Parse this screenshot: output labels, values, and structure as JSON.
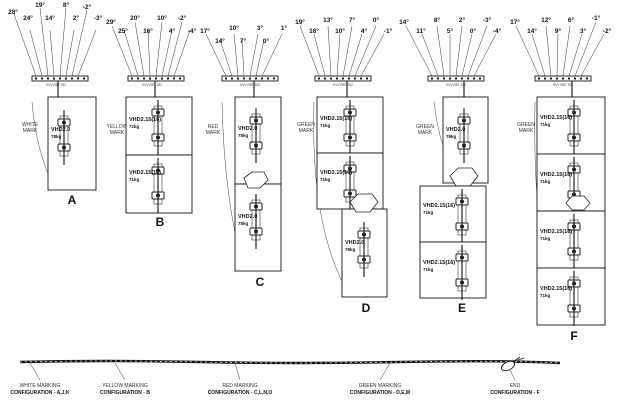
{
  "configs": [
    {
      "letter": "A",
      "mark": [
        "WHITE",
        "MARK"
      ],
      "bar_label": "KVV RBT 252",
      "angles_top": [
        "19°",
        "8°",
        "-2°"
      ],
      "angles_mid": [
        "28°",
        "24°",
        "14°",
        "2°",
        "-3°"
      ],
      "modules": [
        {
          "name": "VHD2.0",
          "weight": "78kg"
        }
      ]
    },
    {
      "letter": "B",
      "mark": [
        "YELLOW",
        "MARK"
      ],
      "bar_label": "KVV RBT 252",
      "angles_top": [
        "29°",
        "20°",
        "10°",
        "-2°"
      ],
      "angles_mid": [
        "25°",
        "16°",
        "4°",
        "-4°"
      ],
      "modules": [
        {
          "name": "VHD2.15(16)",
          "weight": "71kg"
        },
        {
          "name": "VHD2.15(16)",
          "weight": "71kg"
        }
      ]
    },
    {
      "letter": "C",
      "mark": [
        "RED",
        "MARK"
      ],
      "bar_label": "KVV RBT 252",
      "angles_top": [
        "17°",
        "10°",
        "3°",
        "1°"
      ],
      "angles_mid": [
        "14°",
        "7°",
        "0°"
      ],
      "modules": [
        {
          "name": "VHD2.0",
          "weight": "78kg"
        },
        {
          "name": "VHD2.0",
          "weight": "78kg"
        }
      ]
    },
    {
      "letter": "D",
      "mark": [
        "GREEN",
        "MARK"
      ],
      "bar_label": "KVV RBT 252",
      "angles_top": [
        "19°",
        "13°",
        "7°",
        "0°"
      ],
      "angles_mid": [
        "16°",
        "10°",
        "4°",
        "-1°"
      ],
      "modules": [
        {
          "name": "VHD2.15(16)",
          "weight": "71kg"
        },
        {
          "name": "VHD2.15(16)",
          "weight": "71kg"
        },
        {
          "name": "VHD2.0",
          "weight": "78kg"
        }
      ]
    },
    {
      "letter": "E",
      "mark": [
        "GREEN",
        "MARK"
      ],
      "bar_label": "KVV RBT 252",
      "angles_top": [
        "14°",
        "8°",
        "2°",
        "-3°"
      ],
      "angles_mid": [
        "11°",
        "5°",
        "0°",
        "-4°"
      ],
      "modules": [
        {
          "name": "VHD2.0",
          "weight": "78kg"
        },
        {
          "name": "VHD2.15(16)",
          "weight": "71kg"
        },
        {
          "name": "VHD2.15(16)",
          "weight": "71kg"
        }
      ]
    },
    {
      "letter": "F",
      "mark": [
        "GREEN",
        "MARK"
      ],
      "bar_label": "KVV RBT 252",
      "angles_top": [
        "17°",
        "12°",
        "6°",
        "-1°"
      ],
      "angles_mid": [
        "14°",
        "9°",
        "3°",
        "-2°"
      ],
      "modules": [
        {
          "name": "VHD2.15(16)",
          "weight": "71kg"
        },
        {
          "name": "VHD2.15(16)",
          "weight": "71kg"
        },
        {
          "name": "VHD2.15(16)",
          "weight": "71kg"
        },
        {
          "name": "VHD2.15(16)",
          "weight": "71kg"
        }
      ]
    }
  ],
  "legend": [
    {
      "line1": "WHITE MARKING",
      "line2": "CONFIGURATION - A,J,K"
    },
    {
      "line1": "YELLOW MARKING",
      "line2": "CONFIGURATION - B"
    },
    {
      "line1": "RED MARKING",
      "line2": "CONFIGURATION - C,L,N,O"
    },
    {
      "line1": "GREEN MARKING",
      "line2": "CONFIGURATION - D,E,M"
    },
    {
      "line1": "END",
      "line2": "CONFIGURATION - F"
    }
  ],
  "colors": {
    "ink": "#111111",
    "line": "#222222",
    "panel": "#ffffff"
  }
}
